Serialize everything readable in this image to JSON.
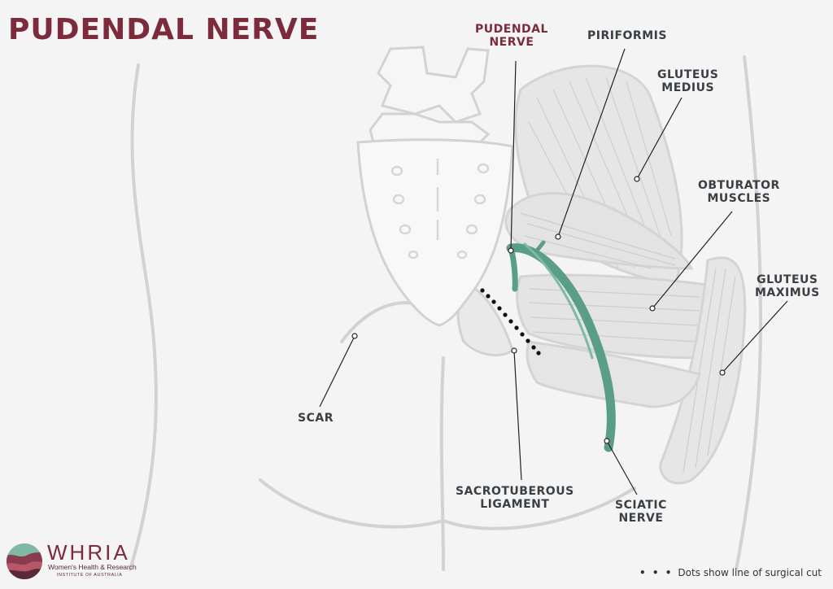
{
  "title": "PUDENDAL NERVE",
  "labels": {
    "pudendal_nerve": [
      "PUDENDAL",
      "NERVE"
    ],
    "piriformis": [
      "PIRIFORMIS"
    ],
    "gluteus_medius": [
      "GLUTEUS",
      "MEDIUS"
    ],
    "obturator_muscles": [
      "OBTURATOR",
      "MUSCLES"
    ],
    "gluteus_maximus": [
      "GLUTEUS",
      "MAXIMUS"
    ],
    "scar": [
      "SCAR"
    ],
    "sacrotuberous_ligament": [
      "SACROTUBEROUS",
      "LIGAMENT"
    ],
    "sciatic_nerve": [
      "SCIATIC",
      "NERVE"
    ]
  },
  "logo": {
    "name": "WHRIA",
    "line1": "Women's Health & Research",
    "line2": "INSTITUTE OF AUSTRALIA"
  },
  "legend": {
    "marker": "• • •",
    "text": "Dots show line of surgical cut"
  },
  "colors": {
    "nerve": "#5a9e8a",
    "title": "#7b2b3c",
    "outline": "#cfcfcf",
    "muscle": "#e2e2e2"
  }
}
